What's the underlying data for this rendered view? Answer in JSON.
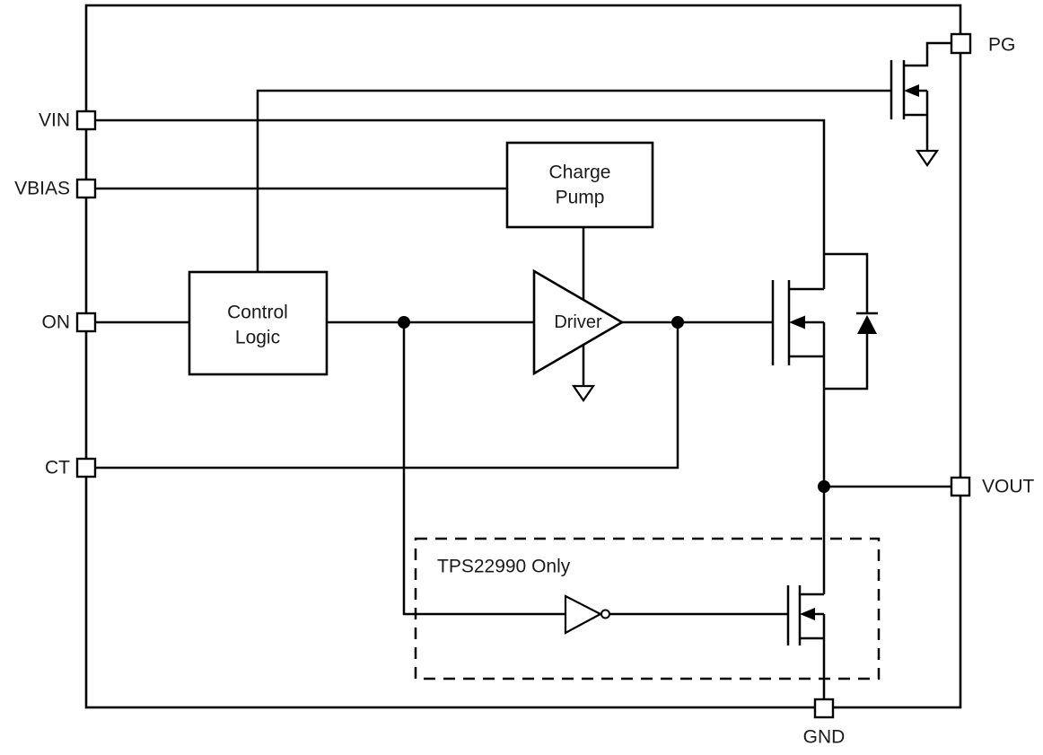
{
  "colors": {
    "line": "#000000",
    "text": "#1a1a1a",
    "background": "#ffffff"
  },
  "pins": {
    "vin": {
      "label": "VIN"
    },
    "vbias": {
      "label": "VBIAS"
    },
    "on": {
      "label": "ON"
    },
    "ct": {
      "label": "CT"
    },
    "pg": {
      "label": "PG"
    },
    "vout": {
      "label": "VOUT"
    },
    "gnd": {
      "label": "GND"
    }
  },
  "blocks": {
    "charge_pump": {
      "label_lines": [
        "Charge",
        "Pump"
      ]
    },
    "control_logic": {
      "label_lines": [
        "Control",
        "Logic"
      ]
    },
    "driver": {
      "label": "Driver"
    },
    "tps22990_region": {
      "label": "TPS22990 Only"
    }
  }
}
